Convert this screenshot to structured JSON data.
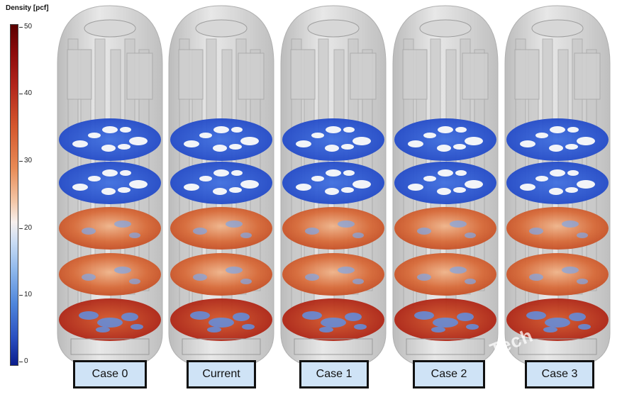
{
  "colorbar": {
    "title": "Density [pcf]",
    "ticks": [
      "50",
      "40",
      "30",
      "20",
      "10",
      "0"
    ]
  },
  "cases": [
    {
      "label": "Case 0"
    },
    {
      "label": "Current"
    },
    {
      "label": "Case 1"
    },
    {
      "label": "Case 2"
    },
    {
      "label": "Case 3"
    }
  ],
  "watermark": "Tech",
  "colors": {
    "low": "#1f45c4",
    "mid": "#f7f0ee",
    "high": "#b2261c",
    "vessel": "#c8c8c8"
  }
}
